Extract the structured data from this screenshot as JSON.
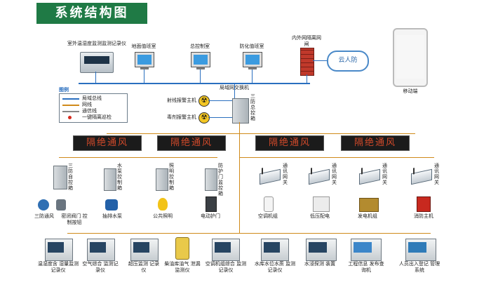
{
  "title": "系统结构图",
  "top": {
    "env_recorder": "室外温湿度监测监测记录仪",
    "duty_room": "地面值班室",
    "control_room": "总控制室",
    "civil_defense_room": "防化值班室",
    "network_isolation": "内外网隔离网闸",
    "cloud": "云人防",
    "mobile": "移动端",
    "lan_switch": "局域网交换机"
  },
  "legend": {
    "title": "图例",
    "items": [
      "局域总线",
      "网线",
      "通信线",
      "一键隔离巡检"
    ]
  },
  "center": {
    "ray_alarm": "射线报警主机",
    "toxic_alarm": "毒剂报警主机",
    "central_box": "三防总控箱"
  },
  "led_text": [
    "隔绝通风",
    "隔绝通风",
    "隔绝通风",
    "隔绝通风"
  ],
  "cabinets": [
    {
      "label": "三防自控箱"
    },
    {
      "label": "水泵控制箱"
    },
    {
      "label": "照明控制箱"
    },
    {
      "label": "防护门监控箱"
    }
  ],
  "gateways": [
    "通讯网关",
    "通讯网关",
    "通讯网关",
    "通讯网关"
  ],
  "equipment": [
    "三防通风",
    "密闭阀门 控制按钮",
    "抽排水泵",
    "公共照明",
    "电动护门",
    "空调机组",
    "低压配电",
    "发电机组",
    "消防主机"
  ],
  "bottom_devices": [
    "温湿度含 湿量监测记录仪",
    "空气综合 监测记录仪",
    "超压监测 记录仪",
    "柴油库油气 泄漏监测仪",
    "空调机组综合 监测记录仪",
    "水库水位水质 监测记录仪",
    "水浸探测 装置",
    "工程信息 发布查询机",
    "人员出入登记 管理系统"
  ]
}
